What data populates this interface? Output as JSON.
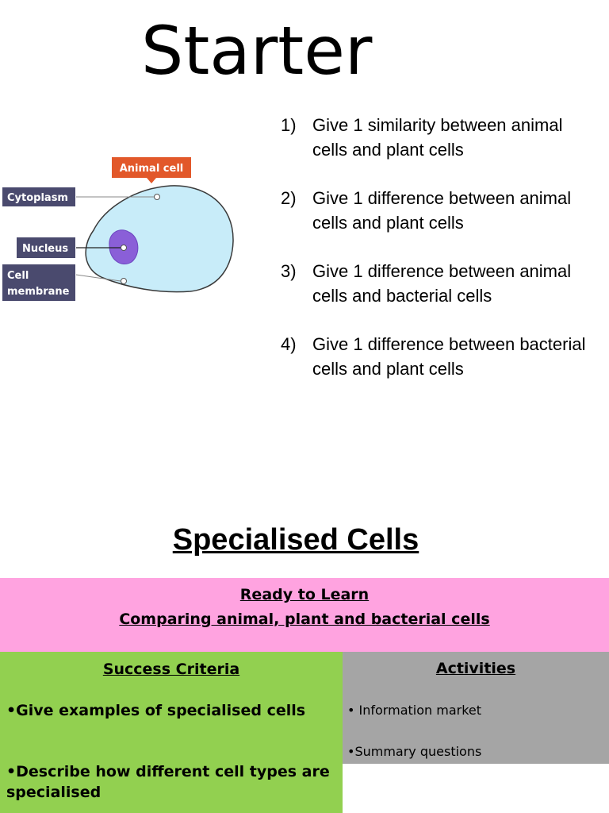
{
  "header": {
    "title": "Starter"
  },
  "diagram": {
    "title_label": "Animal cell",
    "labels": {
      "cytoplasm": "Cytoplasm",
      "nucleus": "Nucleus",
      "membrane_line1": "Cell",
      "membrane_line2": "membrane"
    },
    "colors": {
      "label_bg": "#4a4a6e",
      "title_bg": "#e2582a",
      "cell_fill": "#c8ecf9",
      "nucleus_fill": "#8a5fd8"
    }
  },
  "questions": [
    {
      "num": "1)",
      "text": "Give 1 similarity between animal cells and plant cells"
    },
    {
      "num": "2)",
      "text": "Give 1 difference between animal cells and plant cells"
    },
    {
      "num": "3)",
      "text": "Give 1 difference between animal cells and bacterial cells"
    },
    {
      "num": "4)",
      "text": "Give 1 difference between bacterial cells and plant cells"
    }
  ],
  "subtitle": "Specialised Cells",
  "ready": {
    "line1": "Ready to Learn",
    "line2": "Comparing animal, plant and bacterial cells"
  },
  "success": {
    "heading": "Success Criteria",
    "items": [
      "•Give examples of specialised cells",
      "•Describe how different cell types are specialised"
    ]
  },
  "activities": {
    "heading": "Activities",
    "items": [
      "•  Information market",
      "•Summary questions"
    ]
  },
  "colors": {
    "ready_bg": "#ffa3e0",
    "success_bg": "#92d050",
    "activities_bg": "#a5a5a5"
  }
}
